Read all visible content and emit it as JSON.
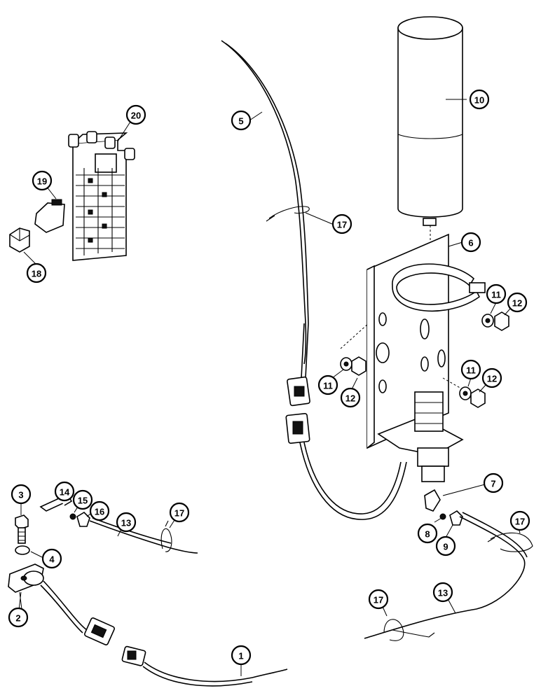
{
  "callouts": {
    "c1": "1",
    "c2": "2",
    "c3": "3",
    "c4": "4",
    "c5": "5",
    "c6": "6",
    "c7": "7",
    "c8": "8",
    "c9": "9",
    "c10": "10",
    "c11a": "11",
    "c11b": "11",
    "c11c": "11",
    "c12a": "12",
    "c12b": "12",
    "c12c": "12",
    "c13a": "13",
    "c13b": "13",
    "c14": "14",
    "c15": "15",
    "c16": "16",
    "c17a": "17",
    "c17b": "17",
    "c17c": "17",
    "c17d": "17",
    "c18": "18",
    "c19": "19",
    "c20": "20"
  }
}
